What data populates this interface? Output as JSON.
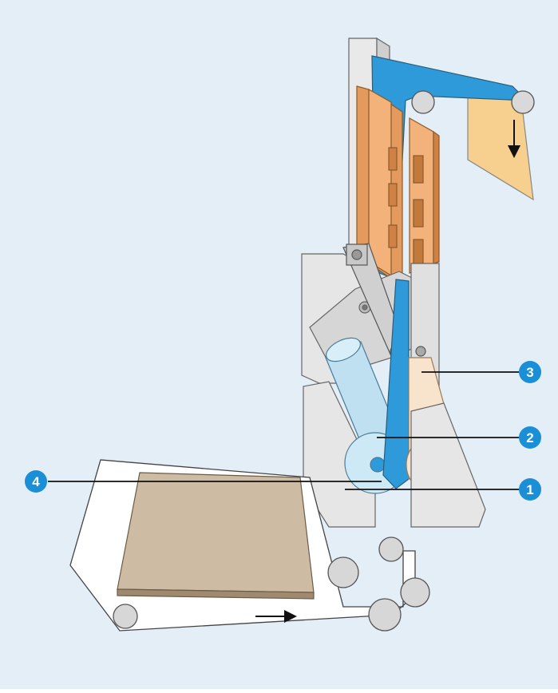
{
  "colors": {
    "background": "#e3eef6",
    "blue_film": "#2f9ad9",
    "blue_roll": "#bfe0f0",
    "orange_film": "#f8e3cc",
    "orange_plate": "#f2b27a",
    "orange_sheet": "#f7cf8e",
    "board": "#cdbba3",
    "machine_gray": "#e6e6e6",
    "callout_blue": "#1a8fd6"
  },
  "icons": {
    "feed_arrow": "arrow-right-icon",
    "output_arrow": "arrow-down-icon"
  },
  "callouts": [
    {
      "id": "callout-1",
      "label": "1"
    },
    {
      "id": "callout-2",
      "label": "2"
    },
    {
      "id": "callout-3",
      "label": "3"
    },
    {
      "id": "callout-4",
      "label": "4"
    }
  ]
}
